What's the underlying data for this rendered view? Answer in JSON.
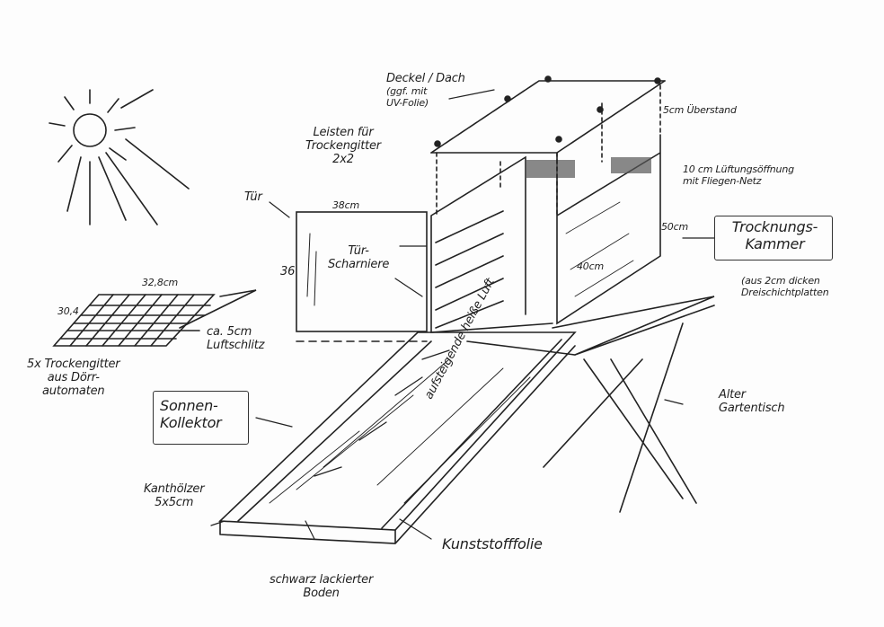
{
  "title": "Solar-Dörrautomat Skizze",
  "labels": {
    "deckel": [
      "Deckel / Dach",
      "(ggf. mit",
      "UV-Folie)"
    ],
    "ueberstand": "5cm Überstand",
    "leisten": [
      "Leisten für",
      "Trockengitter",
      "2x2"
    ],
    "lueftung": [
      "10 cm Lüftungsöffnung",
      "mit Fliegen-Netz"
    ],
    "tuer": "Tür",
    "tuer_breite": "38cm",
    "tuer_hoehe": "36",
    "scharniere": [
      "Tür-",
      "Scharniere"
    ],
    "kammer_tiefe": "40cm",
    "kammer_hoehe": "50cm",
    "kammer": [
      "Trocknungs-",
      "Kammer"
    ],
    "kammer_material": [
      "(aus 2cm dicken",
      "Dreischichtplatten"
    ],
    "gitter_breite": "32,8cm",
    "gitter_tiefe": "30,4",
    "luftschlitz": [
      "ca. 5cm",
      "Luftschlitz"
    ],
    "trockengitter": [
      "5x Trockengitter",
      "aus Dörr-",
      "automaten"
    ],
    "kollektor": [
      "Sonnen-",
      "Kollektor"
    ],
    "luft": "aufsteigende heiße Luft",
    "tisch": [
      "Alter",
      "Gartentisch"
    ],
    "kanthoelzer": [
      "Kanthölzer",
      "5x5cm"
    ],
    "folie": "Kunststofffolie",
    "boden": [
      "schwarz lackierter",
      "Boden"
    ]
  },
  "colors": {
    "ink": "#222222",
    "paper": "#fdfdfd"
  }
}
